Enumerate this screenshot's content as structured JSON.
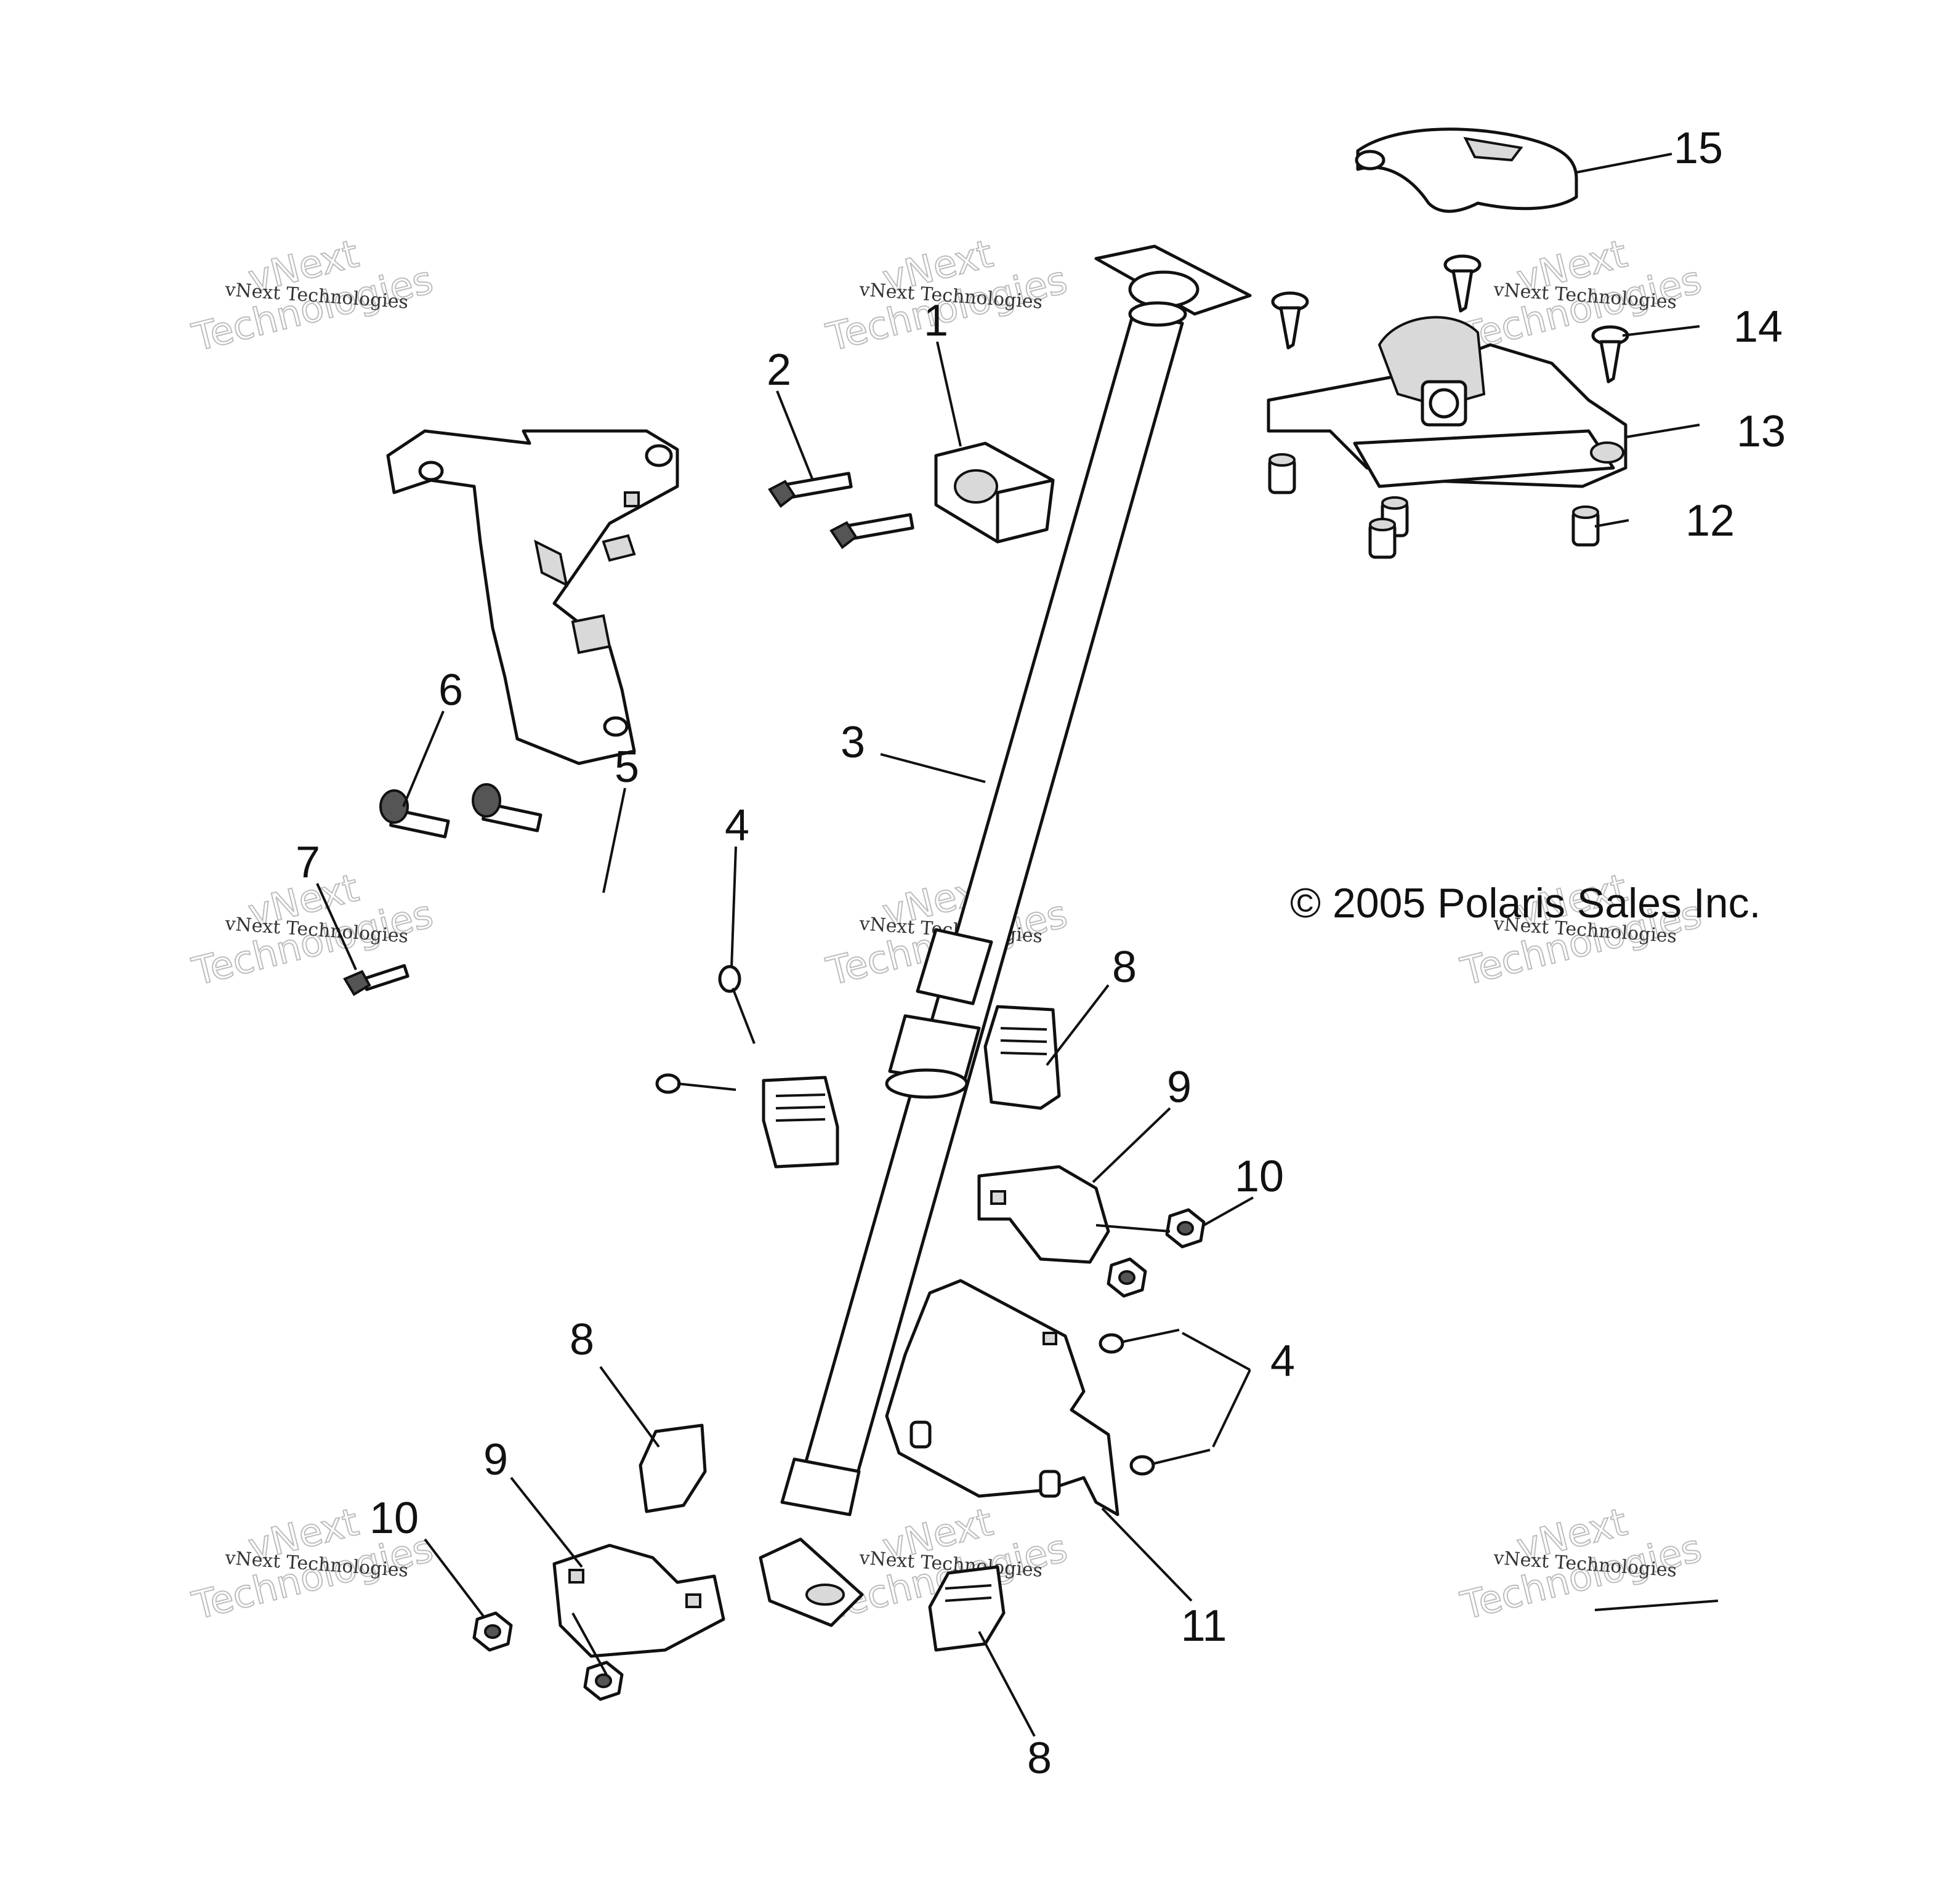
{
  "diagram": {
    "copyright": "© 2005 Polaris Sales Inc.",
    "watermark": {
      "line1": "vNext Technologies",
      "line2_a": "vNext",
      "line2_b": "Technologies"
    },
    "callouts": [
      {
        "id": "c1",
        "text": "1"
      },
      {
        "id": "c2",
        "text": "2"
      },
      {
        "id": "c3",
        "text": "3"
      },
      {
        "id": "c4a",
        "text": "4"
      },
      {
        "id": "c4b",
        "text": "4"
      },
      {
        "id": "c5",
        "text": "5"
      },
      {
        "id": "c6",
        "text": "6"
      },
      {
        "id": "c7",
        "text": "7"
      },
      {
        "id": "c8a",
        "text": "8"
      },
      {
        "id": "c8b",
        "text": "8"
      },
      {
        "id": "c8c",
        "text": "8"
      },
      {
        "id": "c9a",
        "text": "9"
      },
      {
        "id": "c9b",
        "text": "9"
      },
      {
        "id": "c10a",
        "text": "10"
      },
      {
        "id": "c10b",
        "text": "10"
      },
      {
        "id": "c11",
        "text": "11"
      },
      {
        "id": "c12",
        "text": "12"
      },
      {
        "id": "c13",
        "text": "13"
      },
      {
        "id": "c14",
        "text": "14"
      },
      {
        "id": "c15",
        "text": "15"
      }
    ]
  }
}
